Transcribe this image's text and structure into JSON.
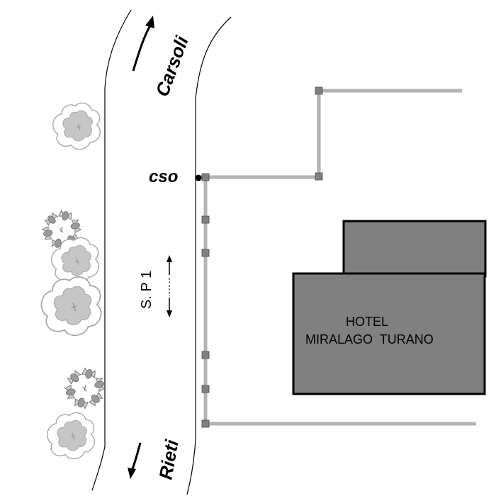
{
  "labels": {
    "carsoli": "Carsoli",
    "rieti": "Rieti",
    "cso": "cso",
    "road": "S. P 1",
    "hotel_line1": "HOTEL",
    "hotel_line2": "MIRALAGO  TURANO"
  },
  "colors": {
    "background": "#ffffff",
    "road_edge": "#000000",
    "pipe": "#b3b3b3",
    "manhole": "#808080",
    "building_fill": "#808080",
    "building_stroke": "#000000",
    "tree_fill": "#c8c8c8",
    "tree_stroke": "#9a9a9a"
  },
  "icons": {
    "tree": "tree-icon",
    "shrub": "shrub-icon",
    "arrow": "direction-arrow-icon",
    "node": "manhole-icon",
    "outfall": "cso-point-icon"
  }
}
